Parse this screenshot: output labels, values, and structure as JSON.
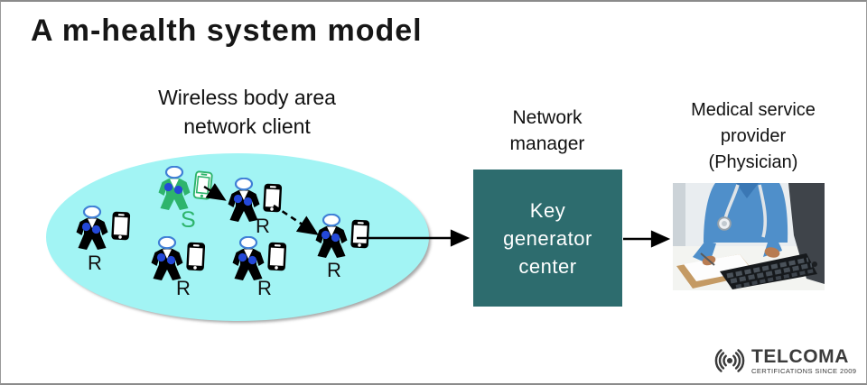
{
  "title": "A m-health system model",
  "wban": {
    "label": [
      "Wireless body area",
      "network client"
    ],
    "sender_label": "S",
    "receiver_label": "R"
  },
  "network_manager": {
    "label": [
      "Network",
      "manager"
    ]
  },
  "key_generator": {
    "label": [
      "Key",
      "generator",
      "center"
    ]
  },
  "provider": {
    "label": [
      "Medical service",
      "provider",
      "(Physician)"
    ]
  },
  "logo": {
    "brand": "TELCOMA",
    "tagline": "CERTIFICATIONS SINCE 2009"
  },
  "icons": {
    "sender_icon": "person-with-smartphone-green",
    "receiver_icon": "person-with-smartphone-black",
    "logo_icon": "radio-signal-waves",
    "photo": "physician-typing-on-keyboard"
  },
  "colors": {
    "ellipse_fill": "#a2f4f4",
    "kgc_box": "#2d6c6e",
    "sender_green": "#2eb46c",
    "sensor_dot_blue": "#2448d8",
    "head_outline_blue": "#3f7fd6",
    "arrow_black": "#000000",
    "logo_gray": "#3b3b3b"
  }
}
